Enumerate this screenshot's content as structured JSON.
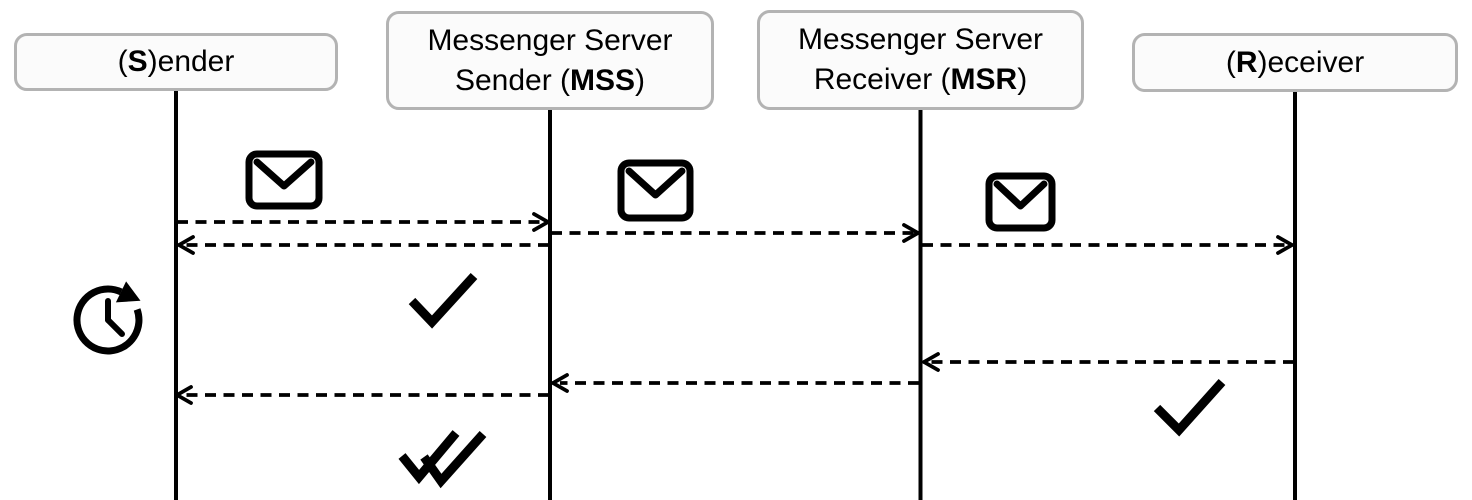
{
  "actors": [
    {
      "id": "sender",
      "label": {
        "pre": "(",
        "bold": "S",
        "post": ")ender"
      }
    },
    {
      "id": "mss",
      "label": {
        "line1": "Messenger Server",
        "pre": "Sender (",
        "bold": "MSS",
        "post": ")"
      }
    },
    {
      "id": "msr",
      "label": {
        "line1": "Messenger Server",
        "pre": "Receiver (",
        "bold": "MSR",
        "post": ")"
      }
    },
    {
      "id": "receiver",
      "label": {
        "pre": "(",
        "bold": "R",
        "post": ")eceiver"
      }
    }
  ],
  "messages": [
    {
      "step": 1,
      "from": "sender",
      "to": "mss",
      "style": "dashed",
      "icon": "envelope-icon"
    },
    {
      "step": 2,
      "from": "mss",
      "to": "msr",
      "style": "dashed",
      "icon": "envelope-icon"
    },
    {
      "step": 3,
      "from": "msr",
      "to": "receiver",
      "style": "dashed",
      "icon": "envelope-icon"
    },
    {
      "step": 4,
      "from": "mss",
      "to": "sender",
      "style": "dashed",
      "icon": "single-check-icon"
    },
    {
      "step": 5,
      "from": "receiver",
      "to": "msr",
      "style": "dashed",
      "icon": "single-check-icon"
    },
    {
      "step": 6,
      "from": "msr",
      "to": "mss",
      "style": "dashed"
    },
    {
      "step": 7,
      "from": "mss",
      "to": "sender",
      "style": "dashed",
      "icon": "double-check-icon"
    }
  ],
  "standalone_icons": [
    {
      "name": "clock-retry-icon",
      "near": "sender"
    }
  ],
  "colors": {
    "stroke": "#000000",
    "box_border": "#b3b3b3",
    "box_fill": "#fbfbfb",
    "background": "#ffffff",
    "text": "#000000"
  }
}
